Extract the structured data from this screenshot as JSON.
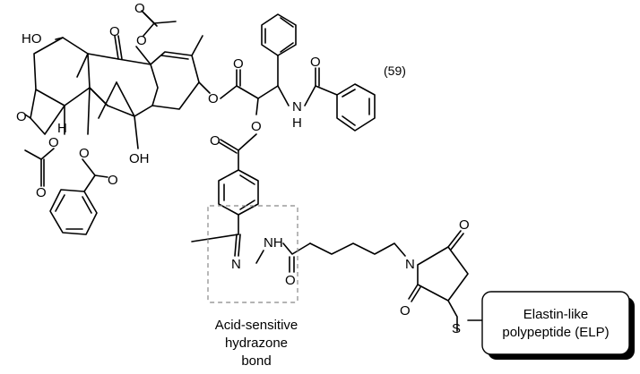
{
  "compound_label": "(59)",
  "atoms": {
    "ho_top": "HO",
    "oh_bottom": "OH",
    "h_ring": "H",
    "o_epoxide": "O",
    "nh": "N",
    "nh_h": "H",
    "hydrazone_n": "N",
    "hydrazone_nh": "NH",
    "maleimide_n": "N",
    "s": "S",
    "o": "O"
  },
  "annotation": {
    "line1": "Acid-sensitive",
    "line2": "hydrazone",
    "line3": "bond"
  },
  "elp": {
    "line1": "Elastin-like",
    "line2": "polypeptide (ELP)"
  }
}
